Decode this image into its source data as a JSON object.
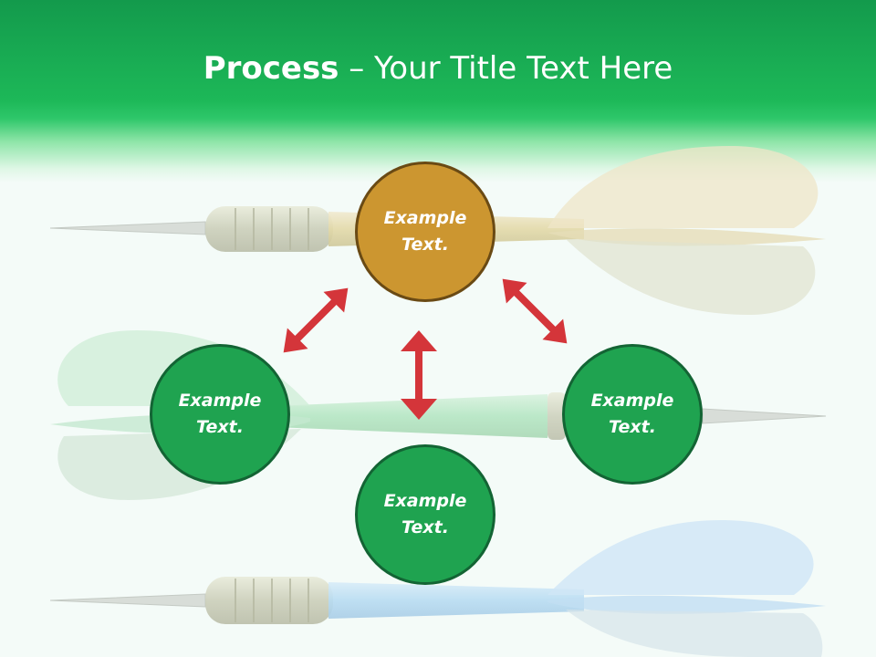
{
  "slide": {
    "title_bold": "Process",
    "title_rest": " – Your Title Text Here"
  },
  "nodes": [
    {
      "line1": "Example",
      "line2": "Text.",
      "color": "#cc9630"
    },
    {
      "line1": "Example",
      "line2": "Text.",
      "color": "#1fa350"
    },
    {
      "line1": "Example",
      "line2": "Text.",
      "color": "#1fa350"
    },
    {
      "line1": "Example",
      "line2": "Text.",
      "color": "#1fa350"
    }
  ],
  "colors": {
    "header_green": "#1db858",
    "arrow_red": "#d4353a",
    "node_green": "#1fa350",
    "node_gold": "#cc9630",
    "background": "#f4fbf8"
  },
  "icons": {
    "background_art": "dart-icon",
    "connector": "double-arrow-icon"
  }
}
